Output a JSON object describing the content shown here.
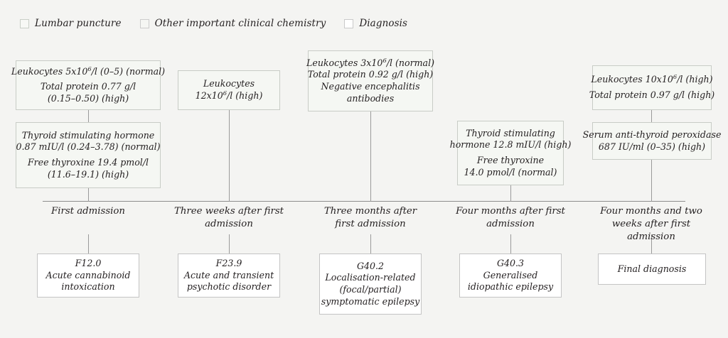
{
  "legend": {
    "items": [
      {
        "label": "Lumbar puncture",
        "swatch": "clinical",
        "color": "#f7f8f5"
      },
      {
        "label": "Other important clinical chemistry",
        "swatch": "chem",
        "color": "#f5f6f3"
      },
      {
        "label": "Diagnosis",
        "swatch": "diag",
        "color": "#ffffff"
      }
    ]
  },
  "columns": [
    {
      "id": "first-admission",
      "timeline_label": "First admission",
      "lumbar": {
        "paragraphs": [
          [
            "Leukocytes 5x10⁶/l (0–5) (normal)"
          ],
          [
            "Total protein 0.77 g/l",
            "(0.15–0.50) (high)"
          ]
        ]
      },
      "chemistry": {
        "paragraphs": [
          [
            "Thyroid stimulating hormone",
            "0.87 mIU/l (0.24–3.78) (normal)"
          ],
          [
            "Free thyroxine 19.4 pmol/l",
            "(11.6–19.1) (high)"
          ]
        ]
      },
      "diagnosis": {
        "code": "F12.0",
        "lines": [
          "Acute cannabinoid",
          "intoxication"
        ]
      }
    },
    {
      "id": "three-weeks",
      "timeline_label": "Three weeks after first admission",
      "lumbar": {
        "paragraphs": [
          [
            "Leukocytes",
            "12x10⁶/l (high)"
          ]
        ]
      },
      "chemistry": null,
      "diagnosis": {
        "code": "F23.9",
        "lines": [
          "Acute and transient",
          "psychotic disorder"
        ]
      }
    },
    {
      "id": "three-months",
      "timeline_label": "Three months after first admission",
      "lumbar": {
        "paragraphs": [
          [
            "Leukocytes 3x10⁶/l (normal)",
            "Total protein 0.92 g/l (high)",
            "Negative encephalitis",
            "antibodies"
          ]
        ]
      },
      "chemistry": null,
      "diagnosis": {
        "code": "G40.2",
        "lines": [
          "Localisation-related",
          "(focal/partial)",
          "symptomatic epilepsy"
        ]
      }
    },
    {
      "id": "four-months",
      "timeline_label": "Four months after first admission",
      "lumbar": null,
      "chemistry": {
        "paragraphs": [
          [
            "Thyroid stimulating",
            "hormone 12.8 mIU/l (high)"
          ],
          [
            "Free thyroxine",
            "14.0 pmol/l (normal)"
          ]
        ]
      },
      "diagnosis": {
        "code": "G40.3",
        "lines": [
          "Generalised",
          "idiopathic epilepsy"
        ]
      }
    },
    {
      "id": "four-months-two-weeks",
      "timeline_label": "Four months and two weeks after first admission",
      "lumbar": {
        "paragraphs": [
          [
            "Leukocytes 10x10⁶/l (high)"
          ],
          [
            "Total protein 0.97 g/l (high)"
          ]
        ]
      },
      "chemistry": {
        "paragraphs": [
          [
            "Serum anti-thyroid peroxidase",
            "687 IU/ml (0–35) (high)"
          ]
        ]
      },
      "diagnosis": {
        "code": "",
        "lines": [
          "Final diagnosis"
        ]
      }
    }
  ],
  "colors": {
    "background": "#f4f4f2",
    "clinical_box_fill": "#f5f7f3",
    "clinical_box_border": "#c8ccc6",
    "diagnosis_box_fill": "#ffffff",
    "diagnosis_box_border": "#c4c4c4",
    "connector": "#9a9a9a",
    "text": "#231f20"
  }
}
